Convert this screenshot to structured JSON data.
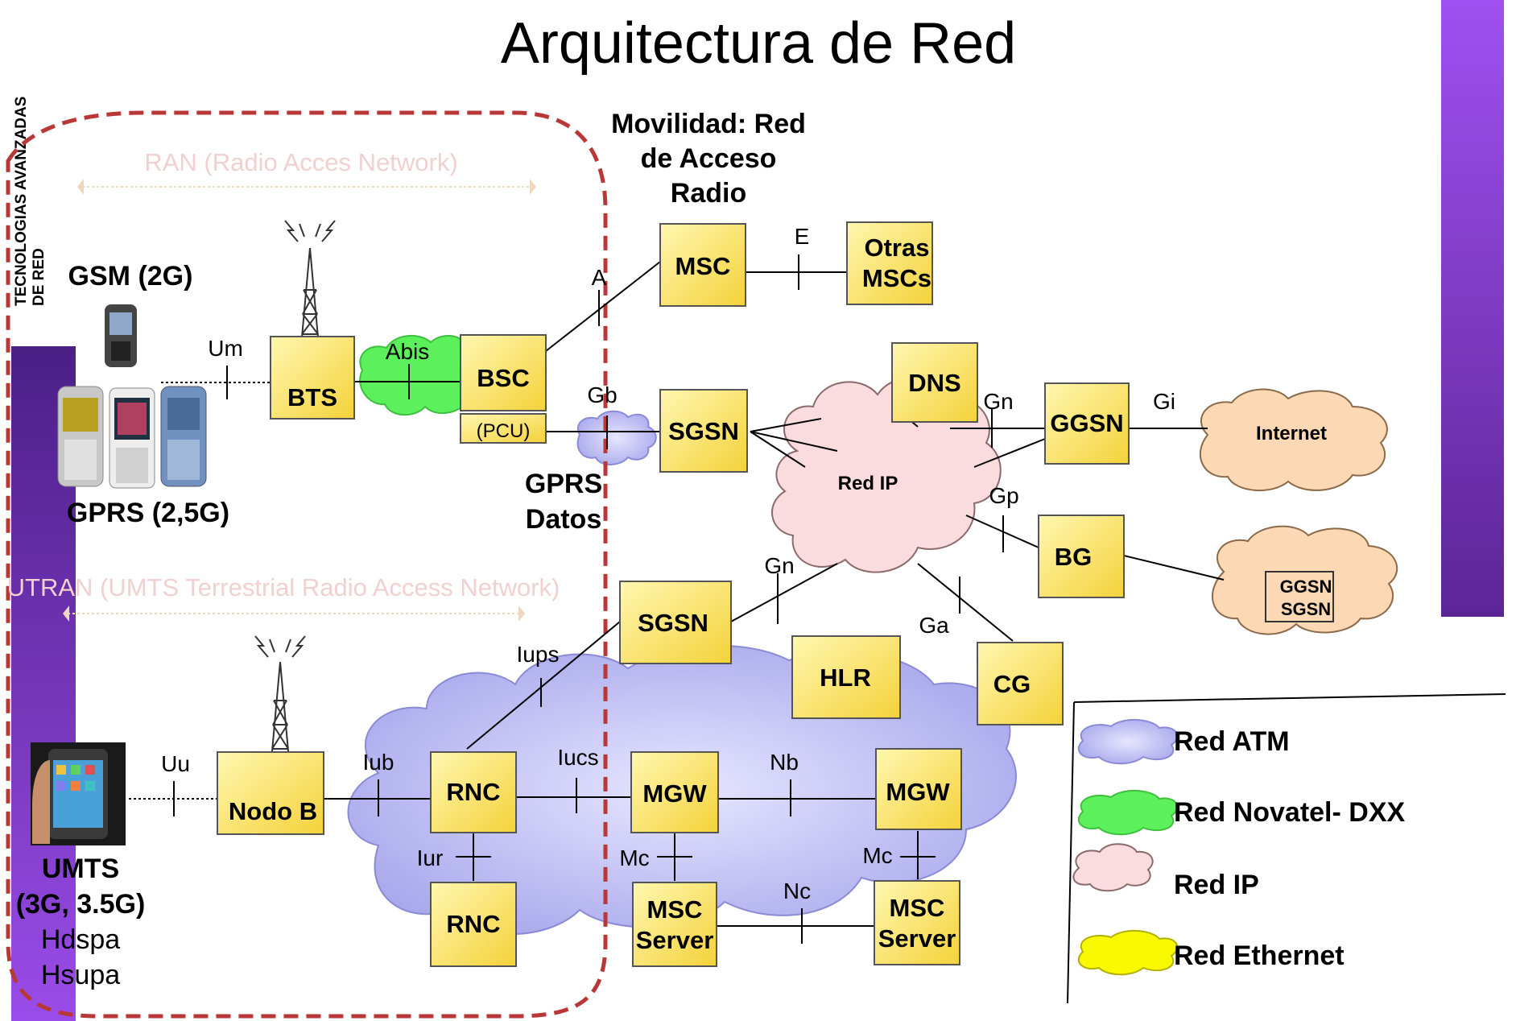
{
  "title": "Arquitectura de Red",
  "side_label": {
    "line1": "TECNOLOGIAS AVANZADAS",
    "line2": "DE RED"
  },
  "ran": {
    "label": "RAN (Radio Acces Network)"
  },
  "utran": {
    "label": "UTRAN (UMTS Terrestrial Radio Access Network)"
  },
  "mobility": {
    "line1": "Movilidad: Red",
    "line2": "de Acceso",
    "line3": "Radio"
  },
  "gprs_datos": {
    "line1": "GPRS",
    "line2": "Datos"
  },
  "terminals": {
    "gsm": "GSM (2G)",
    "gprs": "GPRS (2,5G)",
    "umts": {
      "line1": "UMTS",
      "line2": "(3G, 3.5G)",
      "line3": "Hdspa",
      "line4": "Hsupa"
    }
  },
  "nodes": {
    "bts": "BTS",
    "bsc": "BSC",
    "pcu": "(PCU)",
    "msc": "MSC",
    "otras_mscs": {
      "line1": "Otras",
      "line2": "MSCs"
    },
    "sgsn_top": "SGSN",
    "dns": "DNS",
    "ggsn": "GGSN",
    "bg": "BG",
    "cg": "CG",
    "hlr": "HLR",
    "sgsn_bottom": "SGSN",
    "nodo_b": "Nodo B",
    "rnc_top": "RNC",
    "rnc_bottom": "RNC",
    "mgw_left": "MGW",
    "mgw_right": "MGW",
    "msc_server_left": {
      "line1": "MSC",
      "line2": "Server"
    },
    "msc_server_right": {
      "line1": "MSC",
      "line2": "Server"
    }
  },
  "clouds": {
    "red_ip": "Red IP",
    "internet": "Internet",
    "ext": {
      "line1": "GGSN",
      "line2": "SGSN"
    }
  },
  "interfaces": {
    "um": "Um",
    "abis": "Abis",
    "a": "A",
    "e": "E",
    "gb": "Gb",
    "gn_top": "Gn",
    "gi": "Gi",
    "gp": "Gp",
    "gn_bottom": "Gn",
    "ga": "Ga",
    "iups": "Iups",
    "uu": "Uu",
    "iub": "Iub",
    "iucs": "Iucs",
    "nb": "Nb",
    "iur": "Iur",
    "mc_left": "Mc",
    "mc_right": "Mc",
    "nc": "Nc"
  },
  "legend": [
    {
      "label": "Red ATM",
      "color": "#b9b9f5"
    },
    {
      "label": "Red Novatel- DXX",
      "color": "#5cf05c"
    },
    {
      "label": "Red IP",
      "color": "#fadcdf"
    },
    {
      "label": "Red  Ethernet",
      "color": "#f8f800"
    }
  ],
  "colors": {
    "node_fill": "#fff080",
    "purple": "#6a2fa8",
    "dashed_border": "#b83838",
    "atm_cloud": "#c8c8f8",
    "ip_cloud": "#fadcdf",
    "internet_cloud": "#fcd8b4"
  }
}
